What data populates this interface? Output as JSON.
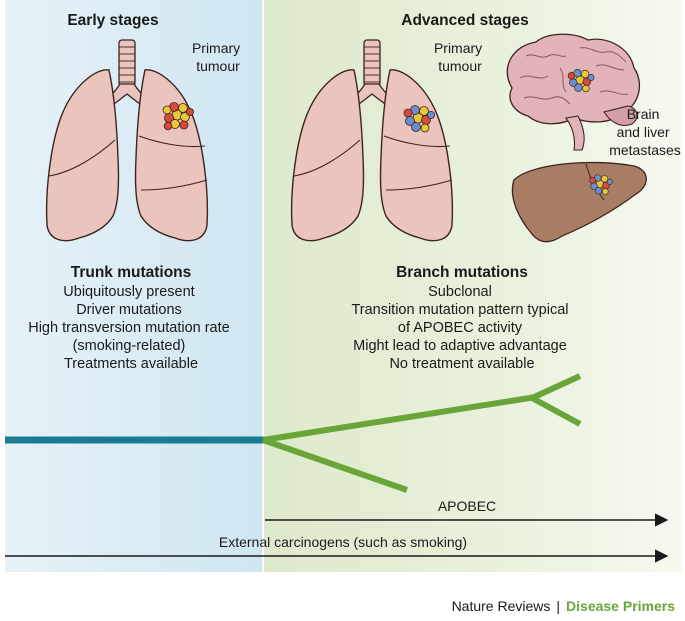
{
  "panels": {
    "early": {
      "title": "Early stages",
      "tumour_label": [
        "Primary",
        "tumour"
      ],
      "heading": "Trunk mutations",
      "lines": [
        "Ubiquitously present",
        "Driver mutations",
        "High transversion mutation rate",
        "(smoking-related)",
        "Treatments available"
      ]
    },
    "advanced": {
      "title": "Advanced stages",
      "tumour_label": [
        "Primary",
        "tumour"
      ],
      "metastases_label": [
        "Brain",
        "and liver",
        "metastases"
      ],
      "heading": "Branch mutations",
      "lines": [
        "Subclonal",
        "Transition mutation pattern typical",
        "of APOBEC activity",
        "Might lead to adaptive advantage",
        "No treatment available"
      ]
    }
  },
  "arrows": {
    "apobec": "APOBEC",
    "carcinogens": "External carcinogens (such as smoking)"
  },
  "footer": {
    "brand": "Nature Reviews",
    "separator": "|",
    "journal": "Disease Primers"
  },
  "colors": {
    "trunk": "#1a7b95",
    "branch": "#6aa53a",
    "journal": "#6aa53a",
    "lung": "#ebc4bd",
    "lung_outline": "#3b2420",
    "brain": "#e3b3ba",
    "liver": "#a97d63",
    "early_bg": "#d3e8f2",
    "advanced_bg": "#e3eed2"
  }
}
